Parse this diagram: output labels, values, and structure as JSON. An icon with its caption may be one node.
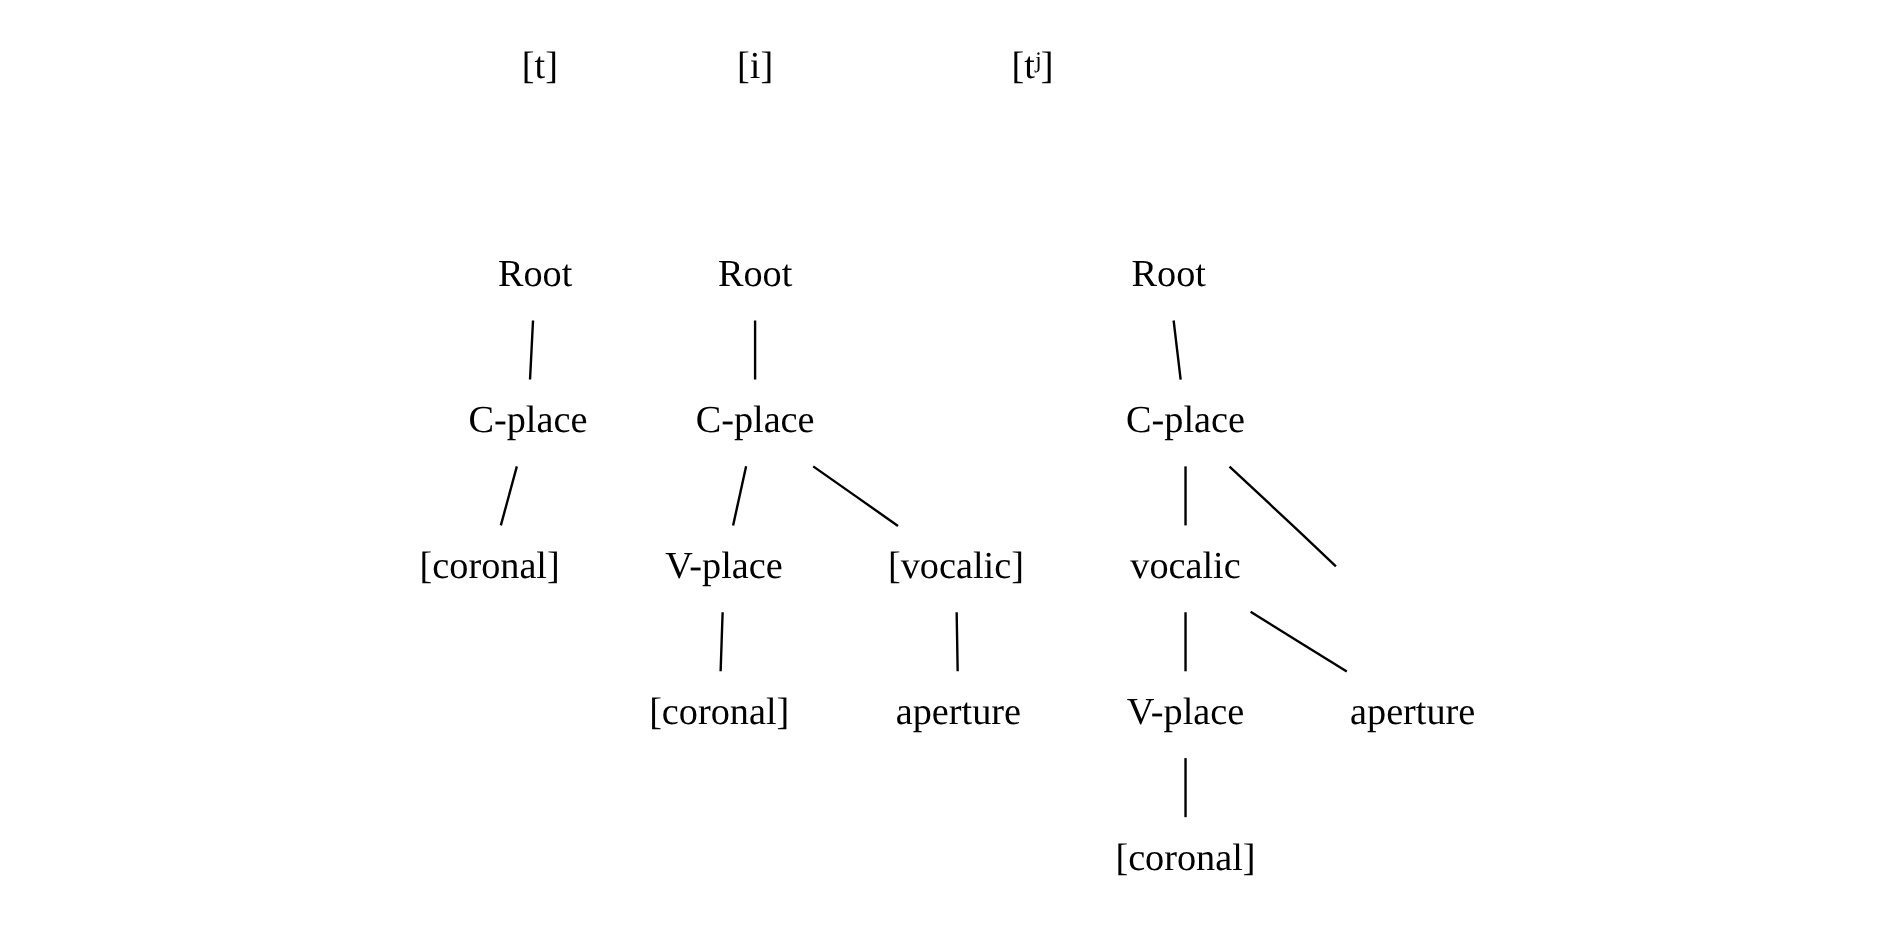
{
  "diagram": {
    "nodes": [
      {
        "text": [
          "Root"
        ]
      },
      {
        "text": [
          "C-place"
        ]
      },
      {
        "text": [
          "[coronal]"
        ]
      },
      {
        "text": [
          "Root"
        ]
      },
      {
        "text": [
          "C-place"
        ]
      },
      {
        "text": [
          "V-place"
        ]
      },
      {
        "text": [
          "[vocalic]"
        ]
      },
      {
        "text": [
          "aperture"
        ]
      },
      {
        "text": [
          "[coronal]"
        ]
      },
      {
        "text": [
          "Root"
        ]
      },
      {
        "text": [
          "C-place"
        ]
      },
      {
        "text": [
          "vocalic"
        ]
      },
      {
        "text": [
          "V-place"
        ]
      },
      {
        "text": [
          "aperture"
        ]
      },
      {
        "text": [
          "[coronal]"
        ]
      }
    ],
    "edges": [
      {
        "from": 0,
        "to": 1,
        "arrow": "none"
      },
      {
        "from": 1,
        "to": 2,
        "arrow": "none"
      },
      {
        "from": 3,
        "to": 4,
        "arrow": "none"
      },
      {
        "from": 4,
        "to": 5,
        "arrow": "none"
      },
      {
        "from": 4,
        "to": 6,
        "arrow": "none"
      },
      {
        "from": 6,
        "to": 7,
        "arrow": "none"
      },
      {
        "from": 5,
        "to": 8,
        "arrow": "none"
      },
      {
        "from": 9,
        "to": 10,
        "arrow": "none"
      },
      {
        "from": 10,
        "to": null,
        "arrow": "none"
      },
      {
        "from": 10,
        "to": 11,
        "arrow": "none"
      },
      {
        "from": 11,
        "to": 12,
        "arrow": "none"
      },
      {
        "from": 11,
        "to": 13,
        "arrow": "none"
      },
      {
        "from": 12,
        "to": 14,
        "arrow": "none"
      }
    ],
    "labels": [
      "[t]",
      "[i]",
      "[tʲ]"
    ]
  }
}
